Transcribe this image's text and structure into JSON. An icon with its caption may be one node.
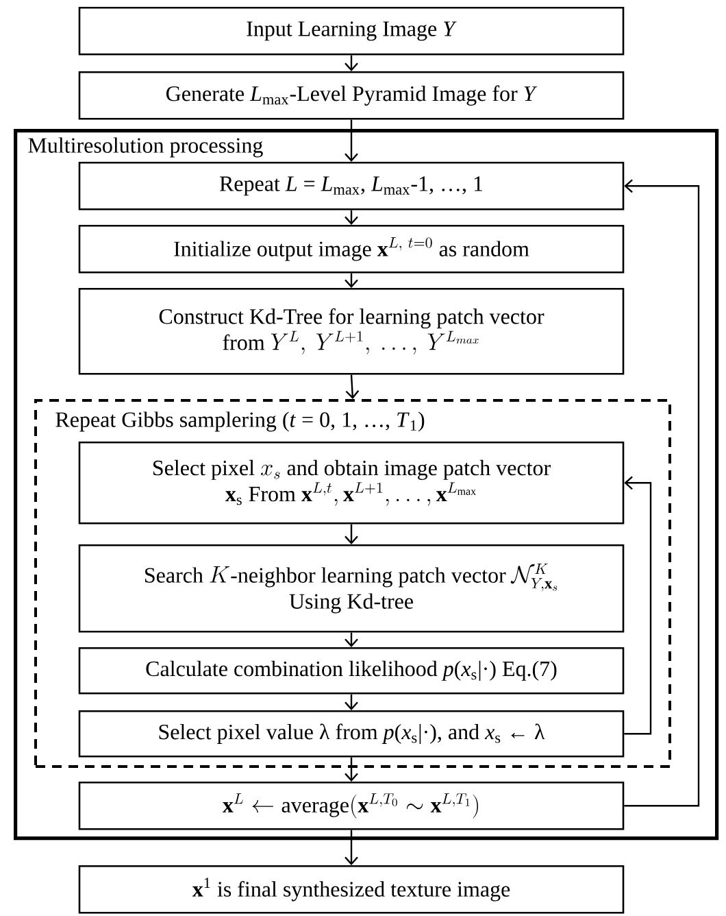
{
  "diagram": {
    "nodes": [
      {
        "text": [
          "Input Learning Image *Y*"
        ]
      },
      {
        "text": [
          "Generate *L*$_{max}$-Level Pyramid Image for *Y*"
        ]
      },
      {
        "text": [
          "Multiresolution processing"
        ]
      },
      {
        "text": [
          "Repeat *L* = *L*$_{max}$, *L*$_{max}$-1, …, 1"
        ],
        "in": 2
      },
      {
        "text": [
          "\\text{Initialize output image }\\mathbf{x}^{L,\\ t=0}\\text{ as random}"
        ],
        "in": 2
      },
      {
        "text": [
          "\\text{Construct Kd-Tree for learning patch vector}\\allowbreak\\ \\text{from }Y^{L},\\ Y^{L+1},\\ \\ldots,\\ Y^{L_{max}}"
        ],
        "in": 2
      },
      {
        "text": [
          "Repeat Gibbs samplering (*t* = 0, 1, …, *T*$_{1}$)"
        ],
        "in": 2
      },
      {
        "text": [
          "\\text{Select pixel }x_s\\text{ and obtain image patch vector}\\allowbreak\\ \\mathbf{x}_{\\mathrm{s}}\\text{ From }\\mathbf{x}^{L,t},\\mathbf{x}^{L+1},\\ldots,\\mathbf{x}^{L_{\\max}}"
        ],
        "in": 6
      },
      {
        "text": [
          "\\text{Search }K\\text{-neighbor learning patch vector }\\mathcal{N}^{K}_{Y,\\mathbf{x}_s}\\allowbreak\\ \\text{Using Kd-tree}"
        ],
        "in": 6
      },
      {
        "text": [
          "Calculate combination likelihood *p*(*x*$_{s}$|·) Eq.(7)"
        ],
        "in": 6
      },
      {
        "text": [
          "Select pixel value λ from *p*(*x*$_{s}$|·), and *x*$_{s}$ ← λ"
        ],
        "in": 6
      },
      {
        "text": [
          "\\mathbf{x}^{L}\\leftarrow\\text{average}(\\mathbf{x}^{L,T_0}\\sim\\mathbf{x}^{L,T_1})"
        ],
        "in": 2
      },
      {
        "text": [
          "**x**$^{1}$ is final synthesized texture image"
        ]
      }
    ],
    "edges": [
      {
        "from": 0,
        "to": 1,
        "arrow": "to"
      },
      {
        "from": 1,
        "to": 3,
        "arrow": "to"
      },
      {
        "from": 3,
        "to": 4,
        "arrow": "to"
      },
      {
        "from": 4,
        "to": 5,
        "arrow": "to"
      },
      {
        "from": 5,
        "to": 6,
        "arrow": "to"
      },
      {
        "from": 7,
        "to": 8,
        "arrow": "to"
      },
      {
        "from": 8,
        "to": 9,
        "arrow": "to"
      },
      {
        "from": 9,
        "to": 10,
        "arrow": "to"
      },
      {
        "from": 10,
        "to": 7,
        "arrow": "to"
      },
      {
        "from": 10,
        "to": 11,
        "arrow": "to"
      },
      {
        "from": 11,
        "to": 3,
        "arrow": "to"
      },
      {
        "from": 11,
        "to": 12,
        "arrow": "to"
      }
    ]
  }
}
